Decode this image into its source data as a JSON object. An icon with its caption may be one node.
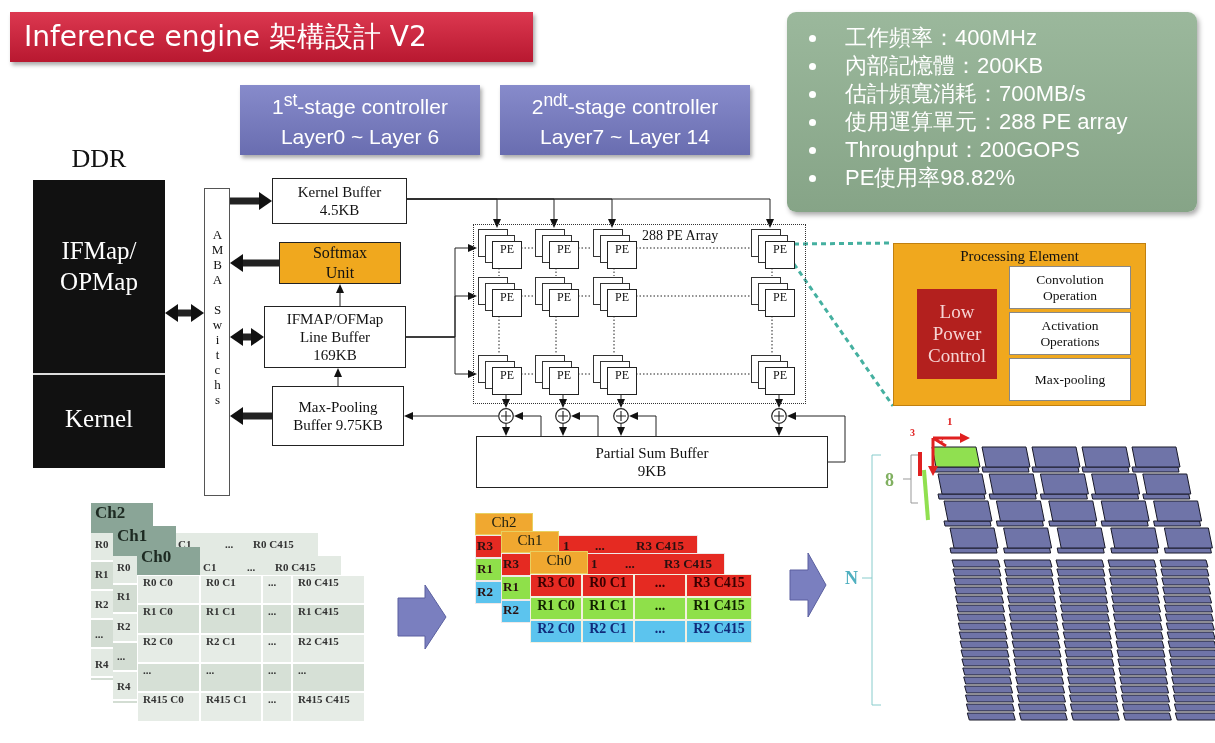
{
  "diagram": {
    "title": "Inference engine 架構設計 V2",
    "nodes": [
      {
        "text": [
          "1$^{st}$-stage controller Layer0 ~ Layer 6"
        ]
      },
      {
        "text": [
          "2$^{ndt}$-stage controller Layer7 ~ Layer 14"
        ]
      },
      {
        "text": [
          "工作頻率：400MHz",
          "內部記憶體：200KB",
          "估計頻寬消耗：700MB/s",
          "使用運算單元：288 PE array",
          "Throughput：200GOPS",
          "PE使用率98.82%"
        ]
      },
      {
        "text": [
          "DDR",
          "IFMap/ OPMap",
          "Kernel"
        ]
      },
      {
        "text": [
          "AMBA Switchs"
        ]
      },
      {
        "text": [
          "Kernel Buffer 4.5KB"
        ]
      },
      {
        "text": [
          "Softmax Unit"
        ]
      },
      {
        "text": [
          "IFMAP/OFMap Line Buffer 169KB"
        ]
      },
      {
        "text": [
          "Max-Pooling Buffer 9.75KB"
        ]
      },
      {
        "text": [
          "288 PE Array"
        ]
      },
      {
        "text": [
          "PE"
        ],
        "in": 9
      },
      {
        "text": [
          "PE"
        ],
        "in": 9
      },
      {
        "text": [
          "PE"
        ],
        "in": 9
      },
      {
        "text": [
          "PE"
        ],
        "in": 9
      },
      {
        "text": [
          "PE"
        ],
        "in": 9
      },
      {
        "text": [
          "PE"
        ],
        "in": 9
      },
      {
        "text": [
          "PE"
        ],
        "in": 9
      },
      {
        "text": [
          "PE"
        ],
        "in": 9
      },
      {
        "text": [
          "PE"
        ],
        "in": 9
      },
      {
        "text": [
          "PE"
        ],
        "in": 9
      },
      {
        "text": [
          "PE"
        ],
        "in": 9
      },
      {
        "text": [
          "PE"
        ],
        "in": 9
      },
      {
        "text": [],
        "shape": "circle"
      },
      {
        "text": [],
        "shape": "circle"
      },
      {
        "text": [],
        "shape": "circle"
      },
      {
        "text": [],
        "shape": "circle"
      },
      {
        "text": [
          "Partial Sum Buffer 9KB"
        ]
      },
      {
        "text": [
          "Processing Element"
        ]
      },
      {
        "text": [
          "Low Power Control"
        ],
        "in": 27
      },
      {
        "text": [
          "Convolution Operation"
        ],
        "in": 27
      },
      {
        "text": [
          "Activation Operations"
        ],
        "in": 27
      },
      {
        "text": [
          "Max-pooling"
        ],
        "in": 27
      }
    ],
    "edges": [
      {
        "from": 3,
        "to": 4,
        "arrow": "both",
        "style": "thick"
      },
      {
        "from": 4,
        "to": 5,
        "arrow": "to",
        "style": "thick"
      },
      {
        "from": 6,
        "to": 4,
        "arrow": "to",
        "style": "thick"
      },
      {
        "from": 4,
        "to": 7,
        "arrow": "both",
        "style": "thick"
      },
      {
        "from": 8,
        "to": 4,
        "arrow": "to",
        "style": "thick"
      },
      {
        "from": 7,
        "to": 6,
        "arrow": "to"
      },
      {
        "from": 8,
        "to": 7,
        "arrow": "to"
      },
      {
        "from": 5,
        "to": 10,
        "arrow": "to"
      },
      {
        "from": 5,
        "to": 11,
        "arrow": "to"
      },
      {
        "from": 5,
        "to": 12,
        "arrow": "to"
      },
      {
        "from": 5,
        "to": 13,
        "arrow": "to"
      },
      {
        "from": 7,
        "to": 10,
        "arrow": "to"
      },
      {
        "from": 7,
        "to": 14,
        "arrow": "to"
      },
      {
        "from": 7,
        "to": 18,
        "arrow": "to"
      },
      {
        "from": 18,
        "to": 22,
        "arrow": "to"
      },
      {
        "from": 19,
        "to": 23,
        "arrow": "to"
      },
      {
        "from": 20,
        "to": 24,
        "arrow": "to"
      },
      {
        "from": 21,
        "to": 25,
        "arrow": "to"
      },
      {
        "from": 22,
        "to": 26,
        "arrow": "to"
      },
      {
        "from": 23,
        "to": 26,
        "arrow": "to"
      },
      {
        "from": 24,
        "to": 26,
        "arrow": "to"
      },
      {
        "from": 25,
        "to": 26,
        "arrow": "to"
      },
      {
        "from": 26,
        "to": 22,
        "arrow": "to"
      },
      {
        "from": 26,
        "to": 23,
        "arrow": "to"
      },
      {
        "from": 26,
        "to": 24,
        "arrow": "to"
      },
      {
        "from": 26,
        "to": 25,
        "arrow": "to"
      },
      {
        "from": 22,
        "to": 8,
        "arrow": "to"
      },
      {
        "from": 13,
        "to": 27,
        "arrow": "none",
        "style": "dashed",
        "color": "#45b0a0"
      },
      {
        "from": 10,
        "to": 11,
        "arrow": "none",
        "style": "dashed"
      },
      {
        "from": 11,
        "to": 12,
        "arrow": "none",
        "style": "dashed"
      },
      {
        "from": 12,
        "to": 13,
        "arrow": "none",
        "style": "dashed"
      },
      {
        "from": 14,
        "to": 15,
        "arrow": "none",
        "style": "dashed"
      },
      {
        "from": 15,
        "to": 16,
        "arrow": "none",
        "style": "dashed"
      },
      {
        "from": 16,
        "to": 17,
        "arrow": "none",
        "style": "dashed"
      },
      {
        "from": 18,
        "to": 19,
        "arrow": "none",
        "style": "dashed"
      },
      {
        "from": 19,
        "to": 20,
        "arrow": "none",
        "style": "dashed"
      },
      {
        "from": 20,
        "to": 21,
        "arrow": "none",
        "style": "dashed"
      },
      {
        "from": 10,
        "to": 14,
        "arrow": "none",
        "style": "dashed"
      },
      {
        "from": 11,
        "to": 15,
        "arrow": "none",
        "style": "dashed"
      },
      {
        "from": 12,
        "to": 16,
        "arrow": "none",
        "style": "dashed"
      },
      {
        "from": 13,
        "to": 17,
        "arrow": "none",
        "style": "dashed"
      },
      {
        "from": 14,
        "to": 18,
        "arrow": "none",
        "style": "dashed"
      },
      {
        "from": 15,
        "to": 19,
        "arrow": "none",
        "style": "dashed"
      },
      {
        "from": 16,
        "to": 20,
        "arrow": "none",
        "style": "dashed"
      },
      {
        "from": 17,
        "to": 21,
        "arrow": "none",
        "style": "dashed"
      }
    ],
    "labels": [
      "Ch2",
      "R0",
      "C1",
      "...",
      "R0 C415",
      "R1",
      "R2",
      "...",
      "R4",
      "Ch1",
      "R0",
      "C1",
      "...",
      "R0 C415",
      "R1",
      "R2",
      "...",
      "R4",
      "Ch0",
      "R0 C0",
      "R0 C1",
      "...",
      "R0 C415",
      "R1 C0",
      "R1 C1",
      "...",
      "R1 C415",
      "R2 C0",
      "R2 C1",
      "...",
      "R2 C415",
      "...",
      "...",
      "...",
      "...",
      "R415 C0",
      "R415 C1",
      "...",
      "R415 C415",
      "Ch2",
      "R3",
      "1",
      "...",
      "R3 C415",
      "R1",
      "R2",
      "Ch1",
      "R3",
      "1",
      "...",
      "R3 C415",
      "R1",
      "R2",
      "Ch0",
      "R3 C0",
      "R0 C1",
      "...",
      "R3 C415",
      "R1 C0",
      "R1 C1",
      "...",
      "R1 C415",
      "R2 C0",
      "R2 C1",
      "...",
      "R2 C415",
      "1",
      "3",
      "2",
      "8",
      "N"
    ]
  }
}
